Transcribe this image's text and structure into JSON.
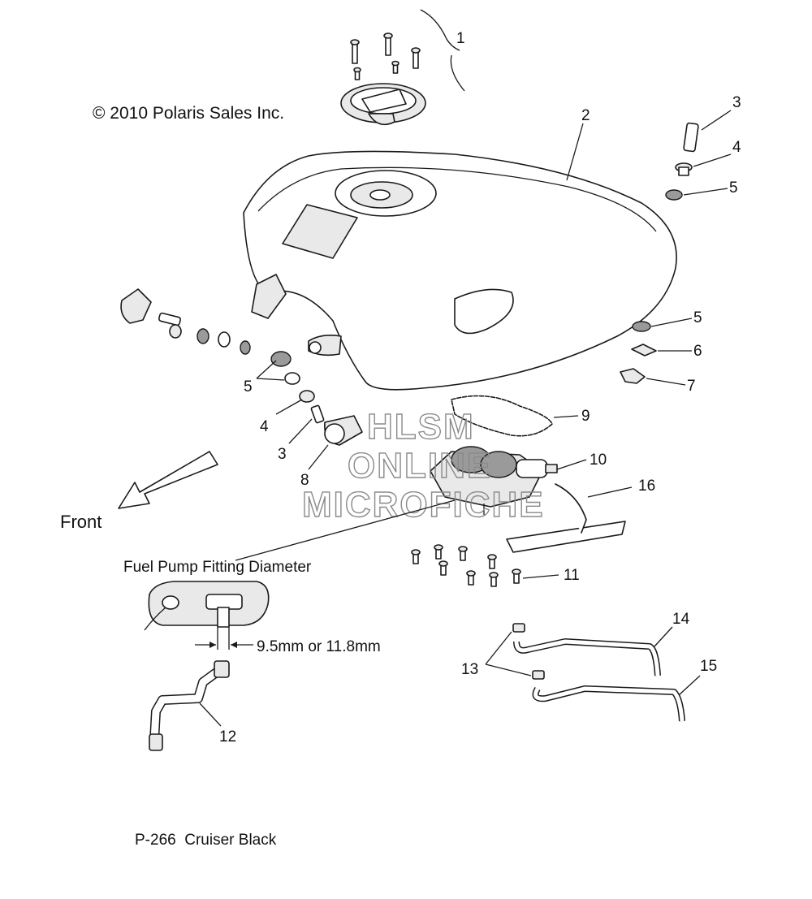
{
  "copyright": "© 2010 Polaris Sales Inc.",
  "page_code": "P-266  Cruiser Black",
  "front_label": "Front",
  "fitting_title": "Fuel Pump Fitting Diameter",
  "fitting_dimension": "9.5mm or 11.8mm",
  "watermark": {
    "line1": "HLSM",
    "line2": "ONLINE",
    "line3": "MICROFICHE"
  },
  "callouts": {
    "c1": "1",
    "c2": "2",
    "c3a": "3",
    "c4a": "4",
    "c5a": "5",
    "c5b": "5",
    "c6": "6",
    "c7": "7",
    "c5c": "5",
    "c4b": "4",
    "c3b": "3",
    "c8": "8",
    "c9": "9",
    "c10": "10",
    "c16": "16",
    "c11": "11",
    "c12": "12",
    "c13": "13",
    "c14": "14",
    "c15": "15"
  }
}
